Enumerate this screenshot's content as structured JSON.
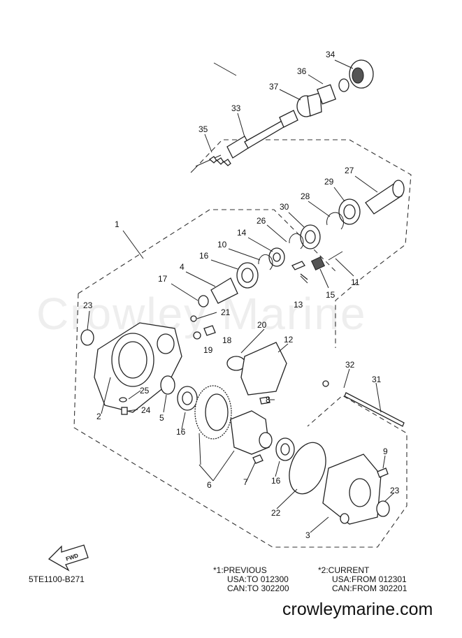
{
  "diagram_code": "5TE1100-B271",
  "watermark": "Crowley Marine",
  "site_url": "crowleymarine.com",
  "fwd_label": "FWD",
  "notes": {
    "previous": {
      "title": "*1:PREVIOUS",
      "usa": "USA:TO 012300",
      "can": "CAN:TO 302200"
    },
    "current": {
      "title": "*2:CURRENT",
      "usa": "USA:FROM 012301",
      "can": "CAN:FROM 302201"
    }
  },
  "callouts": [
    "1",
    "2",
    "3",
    "4",
    "5",
    "6",
    "7",
    "8",
    "9",
    "10",
    "11",
    "12",
    "13",
    "14",
    "15",
    "16",
    "16",
    "16",
    "17",
    "18",
    "19",
    "20",
    "21",
    "22",
    "23",
    "23",
    "24",
    "25",
    "26",
    "27",
    "28",
    "29",
    "30",
    "31",
    "32",
    "33",
    "34",
    "35",
    "36",
    "37"
  ]
}
